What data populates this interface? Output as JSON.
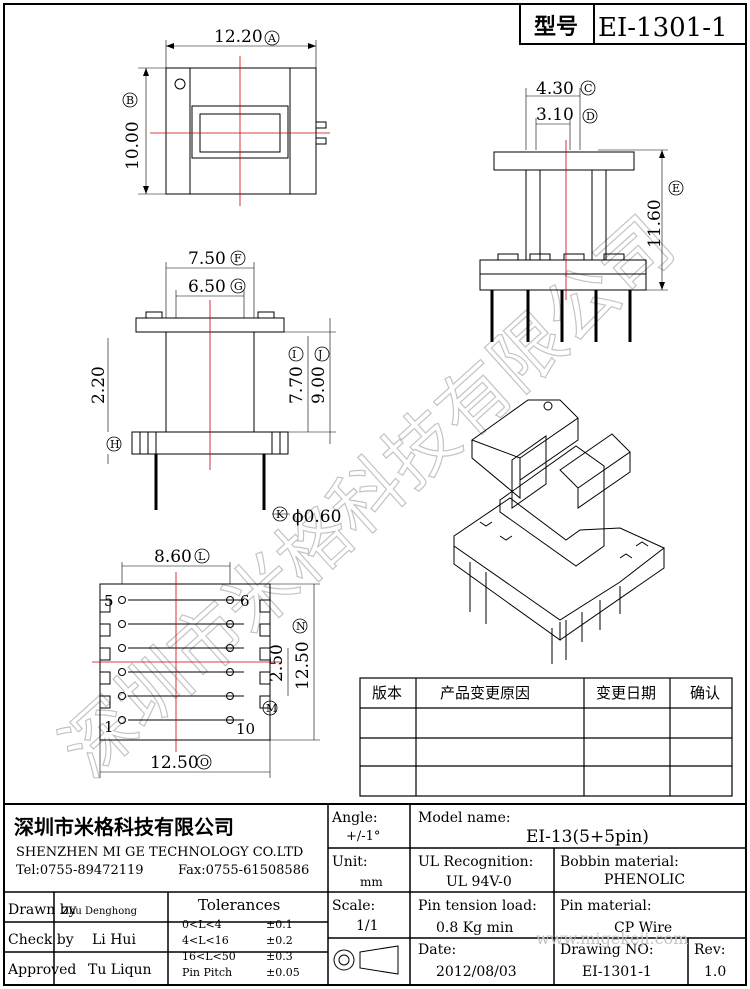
{
  "header": {
    "type_label": "型号",
    "part_number": "EI-1301-1"
  },
  "dimensions": {
    "top_width": "12.20",
    "top_width_tag": "A",
    "top_height": "10.00",
    "top_height_tag": "B",
    "side_outer": "4.30",
    "side_outer_tag": "C",
    "side_inner": "3.10",
    "side_inner_tag": "D",
    "side_height": "11.60",
    "side_height_tag": "E",
    "front_outer": "7.50",
    "front_outer_tag": "F",
    "front_inner": "6.50",
    "front_inner_tag": "G",
    "front_base": "2.20",
    "front_base_tag": "H",
    "front_window": "7.70",
    "front_window_tag": "I",
    "front_total": "9.00",
    "front_total_tag": "J",
    "pin_dia": "ϕ0.60",
    "pin_dia_tag": "K",
    "pin_row": "8.60",
    "pin_row_tag": "L",
    "pin_pitch": "2.50",
    "pin_pitch_tag": "M",
    "base_height": "12.50",
    "base_height_tag": "N",
    "base_width": "12.50",
    "base_width_tag": "O"
  },
  "pin_labels": {
    "p5": "5",
    "p6": "6",
    "p1": "1",
    "p10": "10"
  },
  "revision_table": {
    "headers": [
      "版本",
      "产品变更原因",
      "变更日期",
      "确认"
    ]
  },
  "company": {
    "name_cn": "深圳市米格科技有限公司",
    "name_en": "SHENZHEN  MI GE TECHNOLOGY  CO.LTD",
    "tel": "Tel:0755-89472119",
    "fax": "Fax:0755-61508586"
  },
  "watermark": {
    "text": "深圳市米格科技有限公司",
    "url": "www.migekeji.com"
  },
  "title_block": {
    "angle_label": "Angle:",
    "angle_value": "+/-1°",
    "unit_label": "Unit:",
    "unit_value": "mm",
    "scale_label": "Scale:",
    "scale_value": "1/1",
    "model_label": "Model name:",
    "model_value": "EI-13(5+5pin)",
    "ul_label": "UL Recognition:",
    "ul_value": "UL 94V-0",
    "bobbin_label": "Bobbin material:",
    "bobbin_value": "PHENOLIC",
    "tension_label": "Pin tension load:",
    "tension_value": "0.8 Kg min",
    "pinmat_label": "Pin material:",
    "pinmat_value": "CP Wire",
    "date_label": "Date:",
    "date_value": "2012/08/03",
    "drawing_label": "Drawing NO:",
    "drawing_value": "EI-1301-1",
    "rev_label": "Rev:",
    "rev_value": "1.0",
    "drawn_by_label": "Drawn by",
    "drawn_by_value": "Zhu Denghong",
    "check_by_label": "Check by",
    "check_by_value": "Li Hui",
    "approved_label": "Approved",
    "approved_value": "Tu Liqun"
  },
  "tolerances": {
    "title": "Tolerances",
    "rows": [
      {
        "range": "0<L<4",
        "value": "±0.1"
      },
      {
        "range": "4<L<16",
        "value": "±0.2"
      },
      {
        "range": "16<L<50",
        "value": "±0.3"
      },
      {
        "range": "Pin Pitch",
        "value": "±0.05"
      }
    ]
  }
}
